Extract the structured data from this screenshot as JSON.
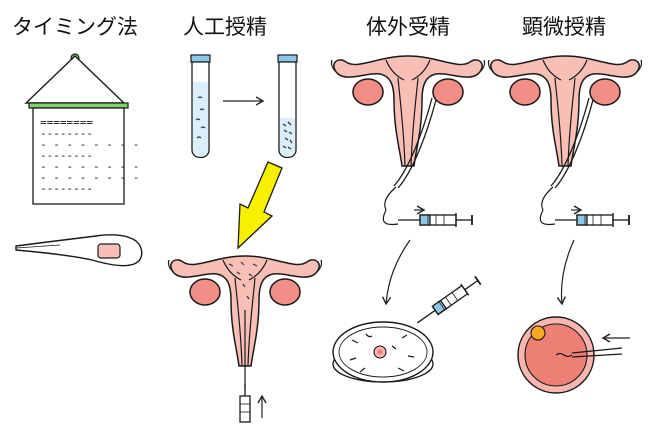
{
  "titles": {
    "timing": "タイミング法",
    "ai": "人工授精",
    "ivf": "体外受精",
    "icsi": "顕微授精"
  },
  "calendar_rows": [
    "========",
    "--------",
    "- - - - - - - -",
    "--------",
    "- - - - - - - -",
    "- - - - - - - -",
    "--------"
  ],
  "colors": {
    "uterus_fill": "#f7bfb6",
    "ovary_fill": "#f28e86",
    "outline": "#1a1a1a",
    "calendar_bar": "#7fd36a",
    "yellow_arrow": "#f7f100",
    "tube_fill": "#dbeefb",
    "tube_cap": "#8fc6e8",
    "egg_outer": "#f7b6ae",
    "egg_inner": "#ee7f74",
    "egg_marker": "#f5a623"
  },
  "icons": [
    "calendar-icon",
    "thermometer-icon",
    "test-tube-icon",
    "uterus-icon",
    "syringe-icon",
    "petri-dish-icon",
    "egg-cell-icon",
    "arrow-icon"
  ]
}
